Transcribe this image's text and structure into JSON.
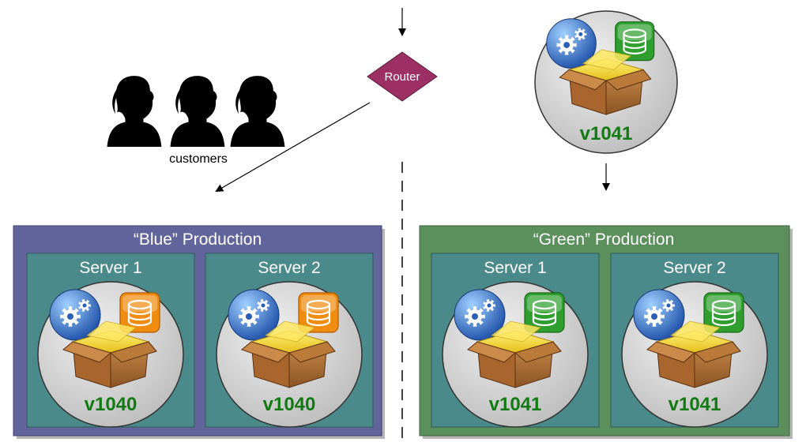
{
  "router": {
    "label": "Router"
  },
  "customers": {
    "label": "customers",
    "count": 3
  },
  "staging": {
    "version": "v1041",
    "db_color": "#2e9e2e"
  },
  "environments": [
    {
      "title": "“Blue” Production",
      "outer_color": "#62659b",
      "inner_color": "#4a8a8a",
      "servers": [
        {
          "label": "Server 1",
          "version": "v1040",
          "db_color": "#f08c10"
        },
        {
          "label": "Server 2",
          "version": "v1040",
          "db_color": "#f08c10"
        }
      ]
    },
    {
      "title": "“Green” Production",
      "outer_color": "#5b8f5b",
      "inner_color": "#4a8a8a",
      "servers": [
        {
          "label": "Server 1",
          "version": "v1041",
          "db_color": "#2e9e2e"
        },
        {
          "label": "Server 2",
          "version": "v1041",
          "db_color": "#2e9e2e"
        }
      ]
    }
  ],
  "colors": {
    "router_fill": "#9c2f63",
    "version_text": "#127a12",
    "badge_circle": "#d6d6d6"
  }
}
